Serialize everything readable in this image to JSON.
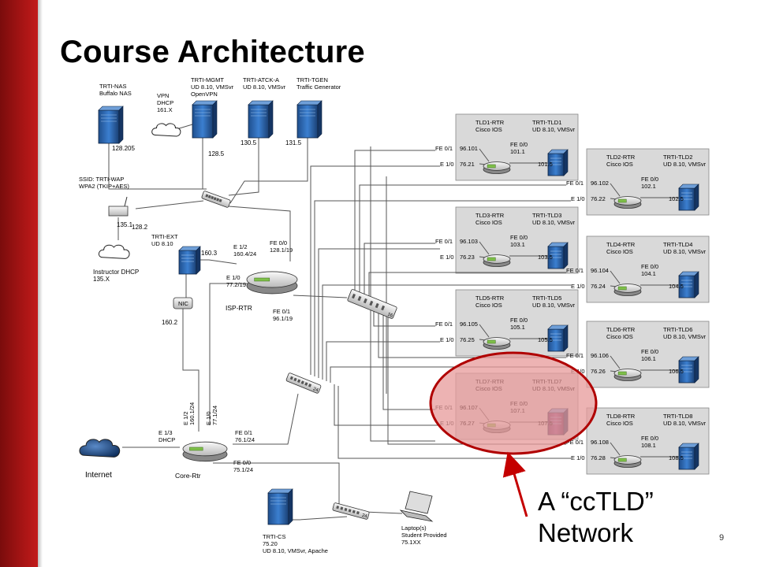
{
  "slide": {
    "title": "Course Architecture",
    "callout": [
      "A “ccTLD”",
      "Network"
    ],
    "page_number": "9"
  },
  "colors": {
    "sidebar": "#a31414",
    "highlight_fill": "#e79a9a",
    "highlight_stroke": "#b00000",
    "arrow": "#c40000"
  },
  "diagram": {
    "top_servers": [
      {
        "id": "nas",
        "name": "TRTI-NAS",
        "sub": "Buffalo NAS",
        "ip": "128.205"
      },
      {
        "id": "mgmt",
        "name": "TRTI-MGMT",
        "sub": "UD 8.10, VMSvr",
        "sub2": "OpenVPN",
        "ip": "128.5"
      },
      {
        "id": "atck",
        "name": "TRTI-ATCK-A",
        "sub": "UD 8.10, VMSvr",
        "ip": "130.5"
      },
      {
        "id": "tgen",
        "name": "TRTI-TGEN",
        "sub": "Traffic Generator",
        "ip": "131.5"
      }
    ],
    "vpn": [
      "VPN",
      "DHCP",
      "161.X"
    ],
    "wap": [
      "SSID: TRTI-WAP",
      "WPA2 (TKIP+AES)"
    ],
    "wap_ips": [
      "135.1",
      "128.2"
    ],
    "instructor": [
      "Instructor DHCP",
      "135.X"
    ],
    "ext": {
      "name": "TRTI-EXT",
      "sub": "UD 8.10",
      "ip": "160.3"
    },
    "nic": {
      "label": "NIC",
      "ip": "160.2"
    },
    "isp": {
      "name": "ISP-RTR",
      "e12": [
        "E 1/2",
        "160.4/24"
      ],
      "fe00": [
        "FE 0/0",
        "128.1/19"
      ],
      "e10": [
        "E 1/0",
        "77.2/19"
      ],
      "fe01": [
        "FE 0/1",
        "96.1/19"
      ]
    },
    "core": {
      "name": "Core-Rtr",
      "e13": [
        "E 1/3",
        "DHCP"
      ],
      "e12": [
        "E 1/2",
        "160.1/24"
      ],
      "e10": [
        "E 1/0",
        "77.1/24"
      ],
      "fe01": [
        "FE 0/1",
        "76.1/24"
      ],
      "fe00": [
        "FE 0/0",
        "75.1/24"
      ]
    },
    "internet": "Internet",
    "switch_ports": "24",
    "switch_ports_b": "16",
    "cs": [
      "TRTI-CS",
      "75.20",
      "UD 8.10, VMSvr, Apache"
    ],
    "laptop": [
      "Laptop(s)",
      "Student Provided",
      "75.1XX"
    ],
    "tlds": [
      {
        "rtr": "TLD1-RTR",
        "srv": "TRTI-TLD1",
        "fe01": "96.101",
        "e10": "76.21",
        "fe00": "101.1",
        "srv_ip": "101.5"
      },
      {
        "rtr": "TLD2-RTR",
        "srv": "TRTI-TLD2",
        "fe01": "96.102",
        "e10": "76.22",
        "fe00": "102.1",
        "srv_ip": "102.5"
      },
      {
        "rtr": "TLD3-RTR",
        "srv": "TRTI-TLD3",
        "fe01": "96.103",
        "e10": "76.23",
        "fe00": "103.1",
        "srv_ip": "103.5"
      },
      {
        "rtr": "TLD4-RTR",
        "srv": "TRTI-TLD4",
        "fe01": "96.104",
        "e10": "76.24",
        "fe00": "104.1",
        "srv_ip": "104.5"
      },
      {
        "rtr": "TLD5-RTR",
        "srv": "TRTI-TLD5",
        "fe01": "96.105",
        "e10": "76.25",
        "fe00": "105.1",
        "srv_ip": "105.5"
      },
      {
        "rtr": "TLD6-RTR",
        "srv": "TRTI-TLD6",
        "fe01": "96.106",
        "e10": "76.26",
        "fe00": "106.1",
        "srv_ip": "106.5"
      },
      {
        "rtr": "TLD7-RTR",
        "srv": "TRTI-TLD7",
        "fe01": "96.107",
        "e10": "76.27",
        "fe00": "107.1",
        "srv_ip": "107.5"
      },
      {
        "rtr": "TLD8-RTR",
        "srv": "TRTI-TLD8",
        "fe01": "96.108",
        "e10": "76.28",
        "fe00": "108.1",
        "srv_ip": "108.5"
      }
    ],
    "tld_common": {
      "rtr_sub": "Cisco IOS",
      "srv_sub": "UD 8.10, VMSvr",
      "fe01": "FE 0/1",
      "e10": "E 1/0",
      "fe00": "FE 0/0"
    }
  }
}
